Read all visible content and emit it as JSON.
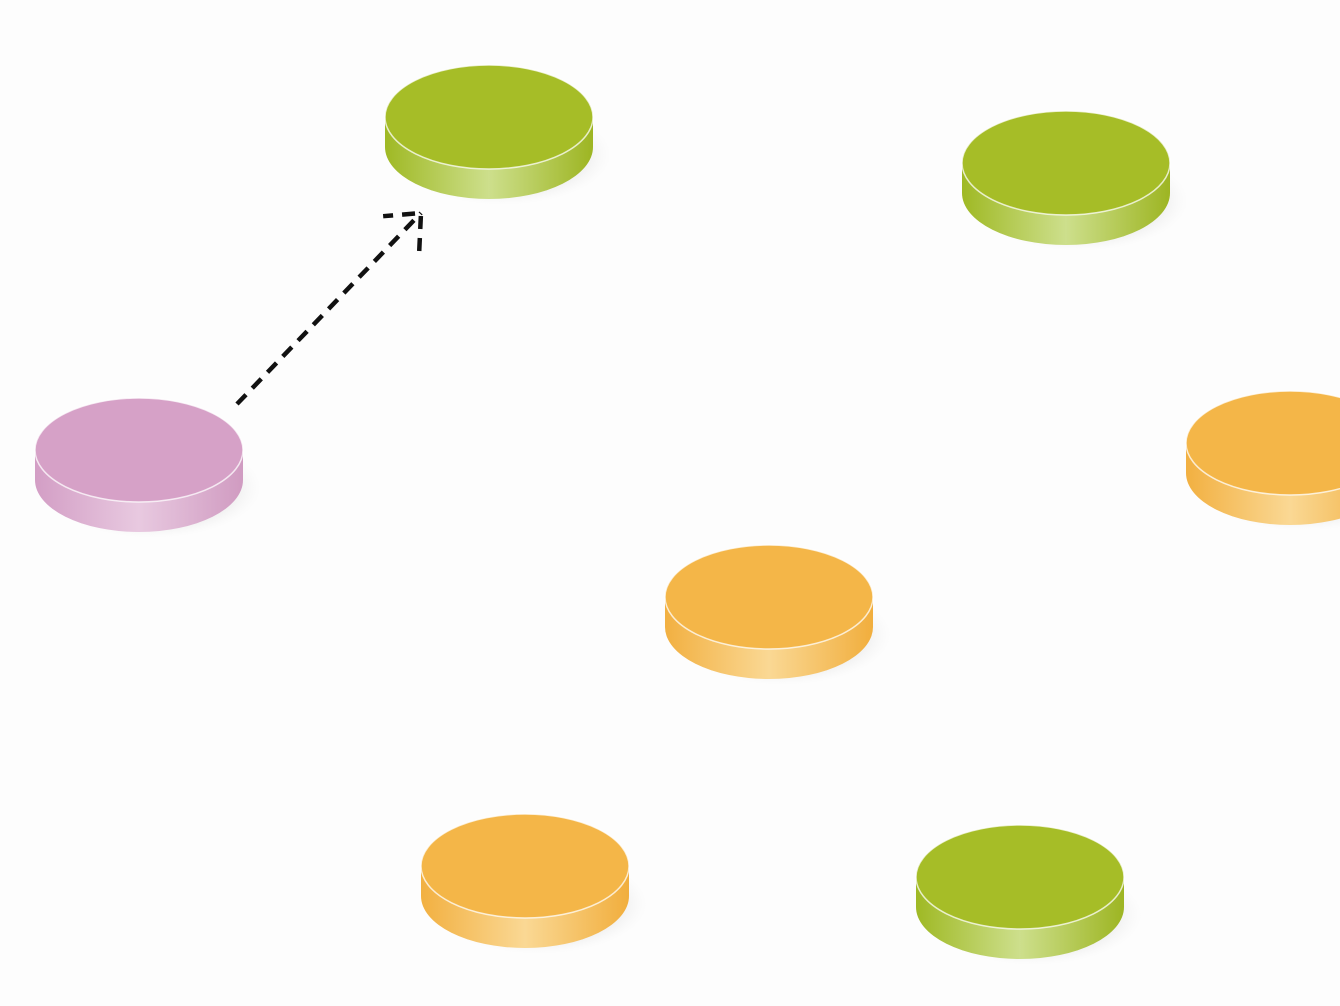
{
  "background": "#fdfdfd",
  "colors": {
    "green": {
      "top": "#a6bd27",
      "side_dark": "#99b321",
      "side_light": "#c9dc86"
    },
    "orange": {
      "top": "#f4b648",
      "side_dark": "#f0ad3e",
      "side_light": "#f9d58e"
    },
    "pink": {
      "top": "#d6a1c7",
      "side_dark": "#d09dc2",
      "side_light": "#e6c6de"
    },
    "arrow": "#111111"
  },
  "nodes": [
    {
      "id": "node-pink",
      "color": "pink",
      "role": "source"
    },
    {
      "id": "node-green-top",
      "color": "green",
      "role": "target"
    },
    {
      "id": "node-green-right",
      "color": "green"
    },
    {
      "id": "node-orange-right",
      "color": "orange"
    },
    {
      "id": "node-orange-center",
      "color": "orange"
    },
    {
      "id": "node-orange-bottom",
      "color": "orange"
    },
    {
      "id": "node-green-bottom",
      "color": "green"
    }
  ],
  "edges": [
    {
      "from": "node-pink",
      "to": "node-green-top",
      "style": "dashed",
      "arrow": "head"
    }
  ]
}
